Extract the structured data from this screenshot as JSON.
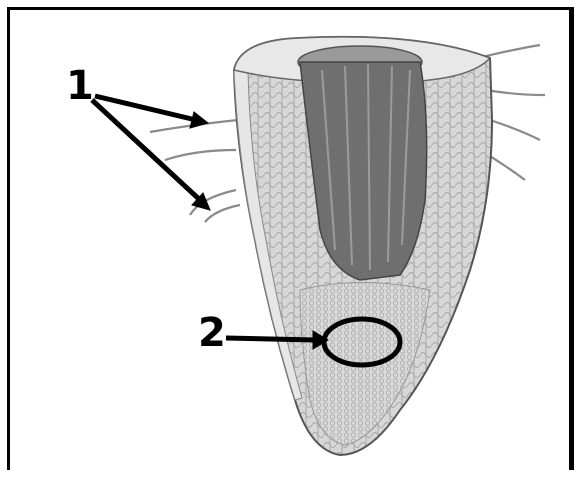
{
  "labels": {
    "one": "1",
    "two": "2"
  },
  "colors": {
    "frame": "#000000",
    "tissue": "#cfcfcf",
    "vascular": "#6f6f6f",
    "outline": "#555555",
    "background": "#ffffff"
  },
  "icons": {
    "arrow": "arrow-icon",
    "highlight": "ellipse-highlight"
  }
}
